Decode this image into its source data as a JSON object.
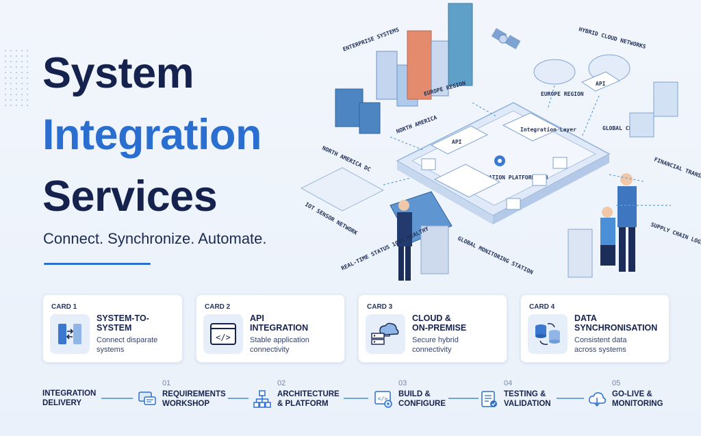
{
  "hero": {
    "line1": "System",
    "line2": "Integration",
    "line3": "Services",
    "tagline": "Connect. Synchronize. Automate."
  },
  "illustration": {
    "labels": {
      "enterprise": "ENTERPRISE SYSTEMS",
      "hybrid": "HYBRID CLOUD NETWORKS",
      "europe": "EUROPE REGION",
      "na": "NORTH AMERICA",
      "nadc": "NORTH AMERICA DC",
      "api": "API",
      "api2": "API",
      "layer": "Integration Layer",
      "hub": "INTEGRATION PLATFORM HUB",
      "iot": "IOT SENSOR NETWORK",
      "gmon": "GLOBAL MONITORING STATION",
      "status": "REAL-TIME STATUS 100% HEALTHY",
      "fin": "FINANCIAL TRANSACTION LEDGER",
      "supply": "SUPPLY CHAIN LOGISTICS TRACKER",
      "gchain": "GLOBAL CHAIN",
      "europe2": "EUROPE REGION"
    }
  },
  "cards": [
    {
      "tag": "CARD 1",
      "title": "SYSTEM-TO-\nSYSTEM",
      "desc": "Connect disparate\nsystems",
      "icon": "system-link-icon"
    },
    {
      "tag": "CARD 2",
      "title": "API\nINTEGRATION",
      "desc": "Stable application\nconnectivity",
      "icon": "code-window-icon"
    },
    {
      "tag": "CARD 3",
      "title": "CLOUD &\nON-PREMISE",
      "desc": "Secure hybrid\nconnectivity",
      "icon": "cloud-server-icon"
    },
    {
      "tag": "CARD 4",
      "title": "DATA\nSYNCHRONISATION",
      "desc": "Consistent data\nacross systems",
      "icon": "database-sync-icon"
    }
  ],
  "process": {
    "heading": "INTEGRATION\nDELIVERY",
    "steps": [
      {
        "num": "01",
        "label": "REQUIREMENTS\nWORKSHOP",
        "icon": "chat-icon"
      },
      {
        "num": "02",
        "label": "ARCHITECTURE\n& PLATFORM",
        "icon": "hierarchy-icon"
      },
      {
        "num": "03",
        "label": "BUILD &\nCONFIGURE",
        "icon": "code-gear-icon"
      },
      {
        "num": "04",
        "label": "TESTING &\nVALIDATION",
        "icon": "checklist-icon"
      },
      {
        "num": "05",
        "label": "GO-LIVE &\nMONITORING",
        "icon": "cloud-monitor-icon"
      }
    ]
  },
  "colors": {
    "accent": "#2a6fd0",
    "navy": "#15224d",
    "connector": "#6ba6d8"
  }
}
